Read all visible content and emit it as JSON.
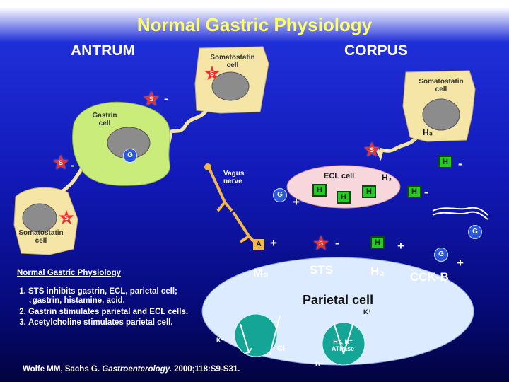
{
  "title": "Normal Gastric Physiology",
  "regions": {
    "antrum": "ANTRUM",
    "corpus": "CORPUS"
  },
  "cells": {
    "somatostatin_top": "Somatostatin\ncell",
    "somatostatin_corpus": "Somatostatin\ncell",
    "somatostatin_left": "Somatostatin\ncell",
    "gastrin": "Gastrin\ncell",
    "ecl": "ECL cell",
    "parietal": "Parietal cell"
  },
  "vagus": "Vagus\nnerve",
  "receptors": {
    "m3": "M₃",
    "sts": "STS",
    "h2": "H₂",
    "cckb": "CCK-B",
    "h3_corpus": "H₃",
    "h3_ecl": "H₃"
  },
  "markers": {
    "star": "S",
    "histamine": "H",
    "gastrin": "G",
    "ach": "A"
  },
  "signs": {
    "plus": "+",
    "minus": "-"
  },
  "ions": {
    "k_plus": "K⁺",
    "cl_minus": "Cl⁻",
    "h_plus": "H⁺",
    "pump": "H⁺, K⁺\nATPase"
  },
  "notes": {
    "heading": "Normal Gastric Physiology",
    "items": [
      "STS inhibits gastrin, ECL, parietal cell; ↓gastrin, histamine, acid.",
      "Gastrin stimulates parietal and ECL cells.",
      "Acetylcholine stimulates parietal cell."
    ]
  },
  "citation": {
    "authors": "Wolfe MM, Sachs G.",
    "journal": "Gastroenterology.",
    "ref": "2000;118:S9-S31."
  },
  "colors": {
    "cell_fill": "#f5e6a8",
    "gastrin_fill": "#c9ec7a",
    "ecl_fill": "#f7d6dc",
    "parietal_fill": "#dcebff",
    "star": "#ee2e1f",
    "histamine": "#22cc22",
    "gastrin_marker": "#2a57e0",
    "title": "#ffff66"
  }
}
